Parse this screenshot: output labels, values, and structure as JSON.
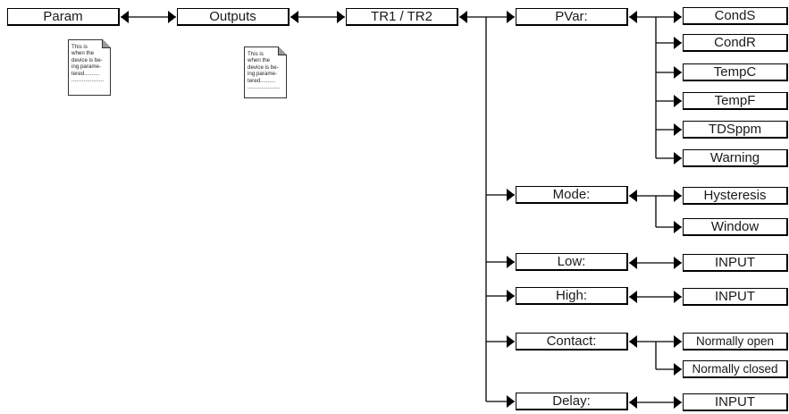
{
  "menu": {
    "param": "Param",
    "outputs": "Outputs",
    "tr": "TR1 / TR2",
    "pvar": "PVar:",
    "mode": "Mode:",
    "low": "Low:",
    "high": "High:",
    "contact": "Contact:",
    "delay": "Delay:"
  },
  "pvar_options": [
    "CondS",
    "CondR",
    "TempC",
    "TempF",
    "TDSppm",
    "Warning"
  ],
  "mode_options": [
    "Hysteresis",
    "Window"
  ],
  "low_value": "INPUT",
  "high_value": "INPUT",
  "contact_options": [
    "Normally open",
    "Normally closed"
  ],
  "delay_value": "INPUT",
  "notes": [
    [
      "This is",
      "when the",
      "device is be-",
      "ing parame-",
      "tered..........",
      "....................."
    ],
    [
      "This is",
      "when the",
      "device is be-",
      "ing parame-",
      "tered..........",
      "....................."
    ]
  ]
}
